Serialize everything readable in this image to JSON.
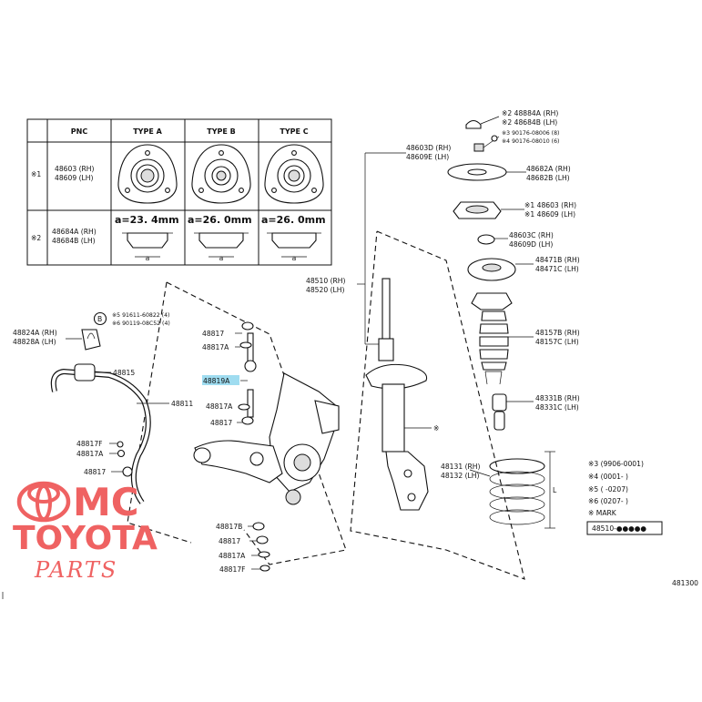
{
  "table": {
    "headers": [
      "PNC",
      "TYPE A",
      "TYPE B",
      "TYPE C"
    ],
    "rows": [
      {
        "mark": "※1",
        "pnc": [
          "48603 (RH)",
          "48609 (LH)"
        ]
      },
      {
        "mark": "※2",
        "pnc": [
          "48684A (RH)",
          "48684B (LH)"
        ],
        "dims": [
          "a=23. 4mm",
          "a=26. 0mm",
          "a=26. 0mm"
        ],
        "dim_letter": "a"
      }
    ]
  },
  "callouts": {
    "c48884": [
      "※2  48884A (RH)",
      "※2  48684B (LH)"
    ],
    "c90176": [
      "※3  90176-08006 (8)",
      "※4  90176-08010 (6)"
    ],
    "c48603d": [
      "48603D (RH)",
      "48609E (LH)"
    ],
    "c48682": [
      "48682A (RH)",
      "48682B (LH)"
    ],
    "c48603": [
      "※1 48603 (RH)",
      "※1 48609 (LH)"
    ],
    "c48603c": [
      "48603C (RH)",
      "48609D (LH)"
    ],
    "c48471": [
      "48471B (RH)",
      "48471C (LH)"
    ],
    "c48510": [
      "48510 (RH)",
      "48520 (LH)"
    ],
    "c48157": [
      "48157B (RH)",
      "48157C (LH)"
    ],
    "c48331": [
      "48331B (RH)",
      "48331C (LH)"
    ],
    "c48131": [
      "48131 (RH)",
      "48132 (LH)"
    ],
    "c48824": [
      "48824A (RH)",
      "48828A (LH)"
    ],
    "cB": [
      "※5 91611-60822 (4)",
      "※6 90119-08C52 (4)"
    ],
    "star": "※",
    "b_letter": "B",
    "l_letter": "L",
    "p48815": "48815",
    "p48811": "48811",
    "p48817f_1": "48817F",
    "p48817a_1": "48817A",
    "p48817_1": "48817",
    "p48817_top": "48817",
    "p48817a_top": "48817A",
    "p48819a": "48819A",
    "p48817a_mid": "48817A",
    "p48817_mid": "48817",
    "p48817b": "48817B",
    "p48817_low": "48817",
    "p48817a_low": "48817A",
    "p48817f_low": "48817F"
  },
  "legend": {
    "rows": [
      "※3 (9906-0001)",
      "※4 (0001-      )",
      "※5 (        -0207)",
      "※6 (0207-      )",
      "※ MARK"
    ],
    "bottom": "48510-●●●●●"
  },
  "figure_number": "481300",
  "watermark": {
    "line1": "MC",
    "line2": "TOYOTA",
    "line3": "PARTS"
  },
  "colors": {
    "highlight": "#9fdcf0",
    "logo": "#ef6262"
  }
}
